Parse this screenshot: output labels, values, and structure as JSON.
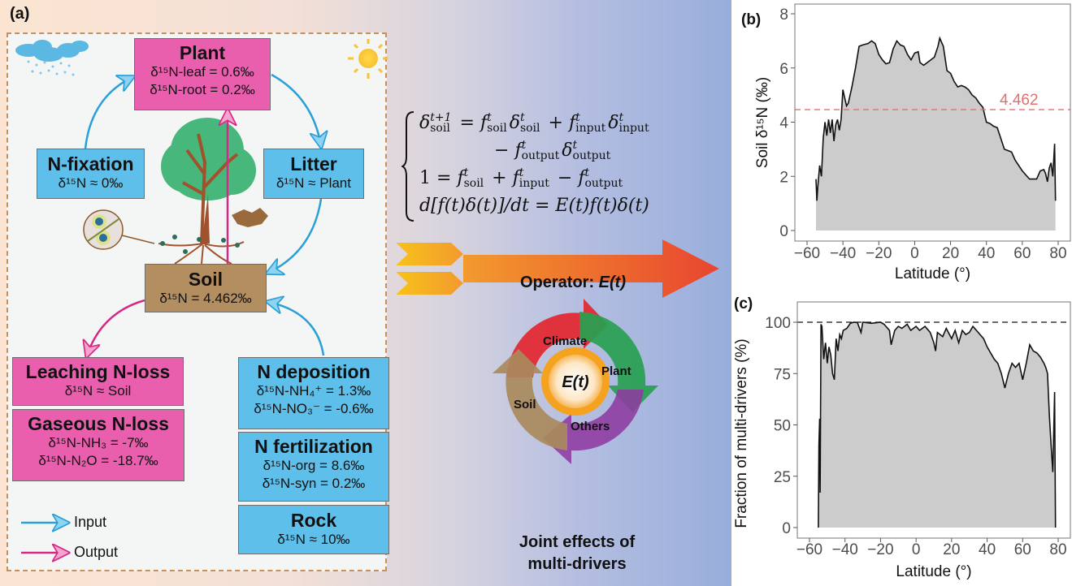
{
  "panel_a": {
    "label": "(a)",
    "plant": {
      "title": "Plant",
      "lines": [
        "δ¹⁵N-leaf = 0.6‰",
        "δ¹⁵N-root = 0.2‰"
      ]
    },
    "n_fixation": {
      "title": "N-fixation",
      "lines": [
        "δ¹⁵N ≈ 0‰"
      ]
    },
    "litter": {
      "title": "Litter",
      "lines": [
        "δ¹⁵N ≈ Plant"
      ]
    },
    "soil": {
      "title": "Soil",
      "lines": [
        "δ¹⁵N = 4.462‰"
      ]
    },
    "leaching": {
      "title": "Leaching N-loss",
      "lines": [
        "δ¹⁵N ≈ Soil"
      ]
    },
    "gaseous": {
      "title": "Gaseous N-loss",
      "lines": [
        "δ¹⁵N-NH₃ = -7‰",
        "δ¹⁵N-N₂O = -18.7‰"
      ]
    },
    "deposition": {
      "title": "N deposition",
      "lines": [
        "δ¹⁵N-NH₄⁺ = 1.3‰",
        "δ¹⁵N-NO₃⁻ = -0.6‰"
      ]
    },
    "fertilization": {
      "title": "N fertilization",
      "lines": [
        "δ¹⁵N-org = 8.6‰",
        "δ¹⁵N-syn = 0.2‰"
      ]
    },
    "rock": {
      "title": "Rock",
      "lines": [
        "δ¹⁵N ≈ 10‰"
      ]
    },
    "legend": {
      "input": "Input",
      "output": "Output"
    },
    "colors": {
      "input": "#2a9fd8",
      "output": "#d42a86",
      "pink_box": "#e95fae",
      "blue_box": "#5ec0ea",
      "soil_box": "#b38e60"
    }
  },
  "equation": {
    "delta": "δ",
    "f": "f",
    "t": "t",
    "t1": "t+1",
    "soil": "soil",
    "input": "input",
    "output": "output",
    "eq": "=",
    "plus": "+",
    "minus": "−",
    "one": "1",
    "line4": "d[f(t)δ(t)]/dt = E(t)f(t)δ(t)"
  },
  "operator": {
    "label": "Operator: ",
    "symbol": "E(t)"
  },
  "drivers": {
    "center": "E(t)",
    "items": [
      "Climate",
      "Plant",
      "Others",
      "Soil"
    ],
    "colors": [
      "#e3262f",
      "#27a050",
      "#8e3aa0",
      "#a98a5c"
    ],
    "caption_1": "Joint effects of",
    "caption_2": "multi-drivers"
  },
  "chart_data": [
    {
      "panel": "(b)",
      "type": "area",
      "xlabel": "Latitude (°)",
      "ylabel": "Soil δ¹⁵N (‰)",
      "xlim": [
        -65,
        85
      ],
      "ylim": [
        0,
        8
      ],
      "xticks": [
        -60,
        -40,
        -20,
        0,
        20,
        40,
        60,
        80
      ],
      "yticks": [
        0,
        2,
        4,
        6,
        8
      ],
      "reference_line": {
        "y": 4.462,
        "label": "4.462",
        "color": "#e0706e",
        "style": "dashed"
      },
      "fill_color": "#cccccc",
      "x": [
        -55,
        -54.5,
        -54,
        -53,
        -52,
        -51,
        -50,
        -49,
        -48,
        -47,
        -46,
        -45,
        -44,
        -43,
        -42,
        -41,
        -40,
        -39,
        -38,
        -37,
        -35,
        -33,
        -31,
        -29,
        -26,
        -24,
        -22,
        -20,
        -18,
        -16,
        -14,
        -12,
        -10,
        -8,
        -6,
        -4,
        -2,
        0,
        2,
        3,
        5,
        7,
        9,
        11,
        13,
        14,
        16,
        18,
        20,
        22,
        24,
        26,
        28,
        30,
        32,
        34,
        36,
        38,
        40,
        42,
        44,
        46,
        48,
        50,
        52,
        54,
        56,
        60,
        64,
        68,
        70,
        72,
        73,
        74,
        75,
        76,
        77,
        78,
        78.5
      ],
      "y": [
        1.9,
        1.1,
        1.6,
        2.4,
        2.0,
        3.4,
        4.0,
        3.5,
        4.1,
        3.6,
        4.1,
        3.3,
        3.9,
        4.1,
        3.7,
        4.1,
        5.2,
        4.9,
        4.6,
        4.7,
        5.3,
        6.0,
        6.8,
        6.85,
        6.9,
        7.0,
        6.9,
        6.5,
        6.3,
        6.15,
        6.2,
        6.7,
        7.0,
        6.85,
        6.8,
        6.5,
        6.3,
        6.55,
        6.6,
        6.2,
        6.1,
        6.2,
        6.3,
        6.4,
        6.8,
        7.1,
        6.8,
        5.9,
        5.8,
        5.5,
        5.3,
        5.35,
        5.3,
        5.2,
        5.0,
        4.9,
        4.7,
        4.55,
        4.0,
        3.95,
        3.85,
        3.8,
        3.4,
        3.0,
        2.95,
        2.9,
        2.6,
        2.2,
        1.9,
        1.9,
        2.2,
        2.25,
        2.1,
        1.8,
        2.3,
        2.5,
        2.0,
        3.2,
        1.1
      ]
    },
    {
      "panel": "(c)",
      "type": "area",
      "xlabel": "Latitude (°)",
      "ylabel": "Fraction of multi-drivers (%)",
      "xlim": [
        -67,
        87
      ],
      "ylim": [
        -5,
        110
      ],
      "xticks": [
        -60,
        -40,
        -20,
        0,
        20,
        40,
        60,
        80
      ],
      "yticks": [
        0,
        25,
        50,
        75,
        100
      ],
      "reference_line": {
        "y": 100,
        "label": "",
        "color": "#111111",
        "style": "dashed"
      },
      "fill_color": "#cccccc",
      "x": [
        -55,
        -54.7,
        -54.3,
        -54,
        -53.5,
        -53,
        -52,
        -51,
        -50,
        -49,
        -48,
        -47,
        -46,
        -45,
        -44,
        -43,
        -42,
        -41,
        -39,
        -37,
        -35,
        -33,
        -31,
        -30,
        -25,
        -20,
        -18,
        -15,
        -14,
        -12,
        -10,
        -8,
        -5,
        -3,
        0,
        2,
        5,
        8,
        10,
        11,
        12,
        15,
        17,
        20,
        22,
        24,
        26,
        28,
        30,
        32,
        35,
        38,
        40,
        42,
        44,
        46,
        48,
        50,
        52,
        54,
        56,
        58,
        60,
        62,
        64,
        66,
        68,
        70,
        72,
        73,
        74,
        75,
        76,
        77,
        78,
        78.5
      ],
      "y": [
        0,
        40,
        53,
        17,
        99,
        98,
        82,
        90,
        80,
        88,
        84,
        75,
        72,
        92,
        86,
        94,
        92,
        96,
        97,
        99.5,
        100,
        99.8,
        95,
        100,
        99.5,
        100,
        99,
        96,
        89,
        96,
        98,
        97,
        99,
        96,
        98,
        96,
        98,
        95,
        90,
        86,
        95,
        93,
        97,
        92,
        96,
        90,
        96,
        94,
        95,
        98,
        95,
        92,
        88,
        85,
        82,
        80,
        75,
        68,
        75,
        80,
        78,
        80,
        72,
        80,
        89,
        86,
        85,
        83,
        80,
        78,
        75,
        55,
        40,
        27,
        66,
        0
      ]
    }
  ]
}
